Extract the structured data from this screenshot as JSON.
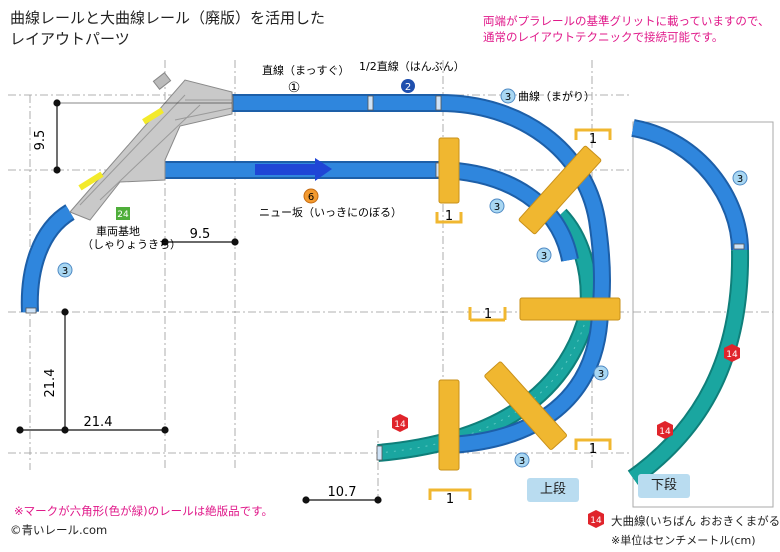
{
  "title": {
    "line1": "曲線レールと大曲線レール（廃版）を活用した",
    "line2": "レイアウトパーツ"
  },
  "note_right": {
    "line1": "両端がプラレールの基準グリットに載っていますので、",
    "line2": "通常のレイアウトテクニックで接続可能です。"
  },
  "note_bottom": "※マークが六角形(色が緑)のレールは絶版品です。",
  "copyright": "©青いレール.com",
  "legend": {
    "badge": "14",
    "label": "大曲線(いちばん おおきくまがる)"
  },
  "unit_note": "※単位はセンチメートル(cm)",
  "track_labels": {
    "straight": "直線（まっすぐ）",
    "straight_badge": "①",
    "half_straight": "1/2直線（はんぶん）",
    "half_straight_badge": "2",
    "curve": "曲線（まがり）",
    "curve_badge": "3",
    "slope": "ニュー坂（いっきにのぼる）",
    "slope_badge": "6",
    "depot": "車両基地",
    "depot_reading": "（しゃりょうきち）",
    "depot_badge": "24",
    "big_curve_badge": "14"
  },
  "dimensions": {
    "h_9_5": "9.5",
    "v_9_5": "9.5",
    "v_21_4": "21.4",
    "h_21_4": "21.4",
    "h_10_7": "10.7"
  },
  "pier_label": "1",
  "stages": {
    "upper": "上段",
    "lower": "下段"
  },
  "colors": {
    "blue_rail": "#2f86dd",
    "teal_rail": "#1aa6a0",
    "pier": "#f0b730",
    "depot_gray": "#c9c9c9",
    "accent_pink": "#e0198a",
    "hex_red": "#e0242b"
  }
}
